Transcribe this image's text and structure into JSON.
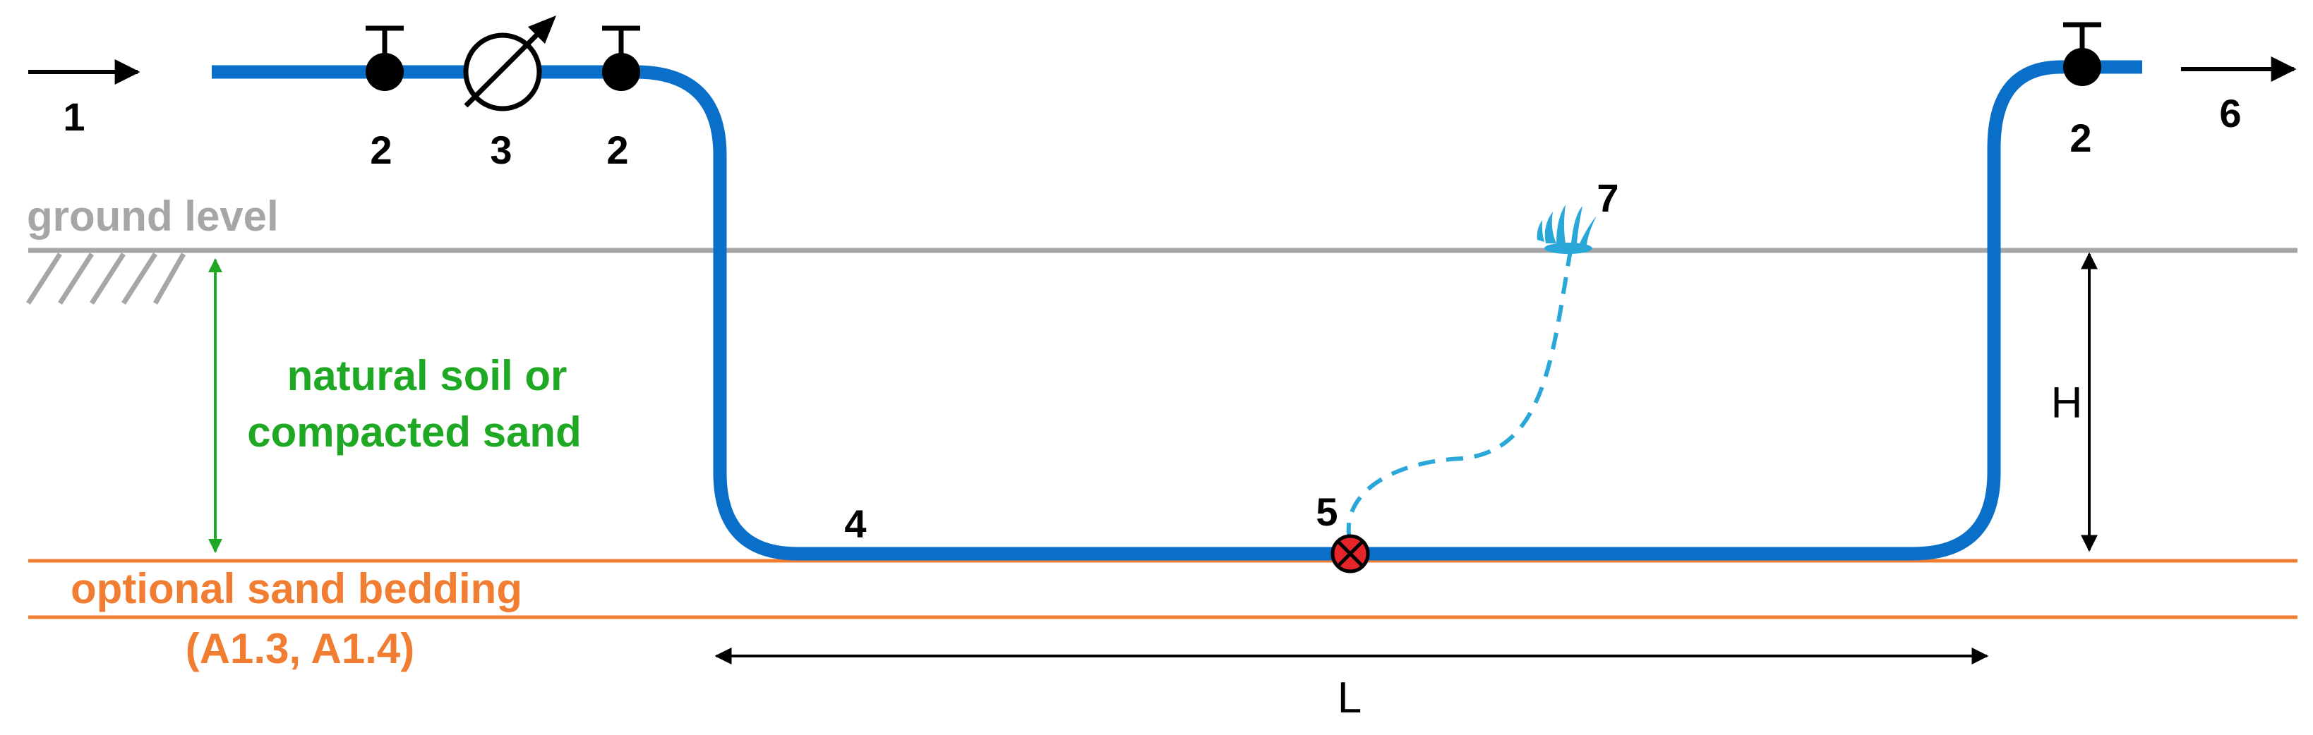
{
  "colors": {
    "pipe": "#0a6fc9",
    "ground": "#a6a6a6",
    "soil_text": "#1fa823",
    "sand": "#f07d32",
    "leak_trace": "#2aa7d9",
    "leak_marker": "#e5252a",
    "dark": "#000000"
  },
  "labels": {
    "inlet_number": "1",
    "valve_left_a_number": "2",
    "meter_number": "3",
    "valve_left_b_number": "2",
    "valve_right_number": "2",
    "pipe_number": "4",
    "leak_number": "5",
    "outlet_number": "6",
    "surface_leak_number": "7",
    "ground_level": "ground level",
    "soil_line1": "natural soil or",
    "soil_line2": "compacted sand",
    "sand_line1": "optional sand bedding",
    "sand_line2": "(A1.3, A1.4)",
    "depth_symbol": "H",
    "length_symbol": "L"
  },
  "icons": {
    "valve": "valve-icon",
    "meter": "flow-meter-icon",
    "leak": "leak-point-icon",
    "fountain": "water-spout-icon"
  }
}
